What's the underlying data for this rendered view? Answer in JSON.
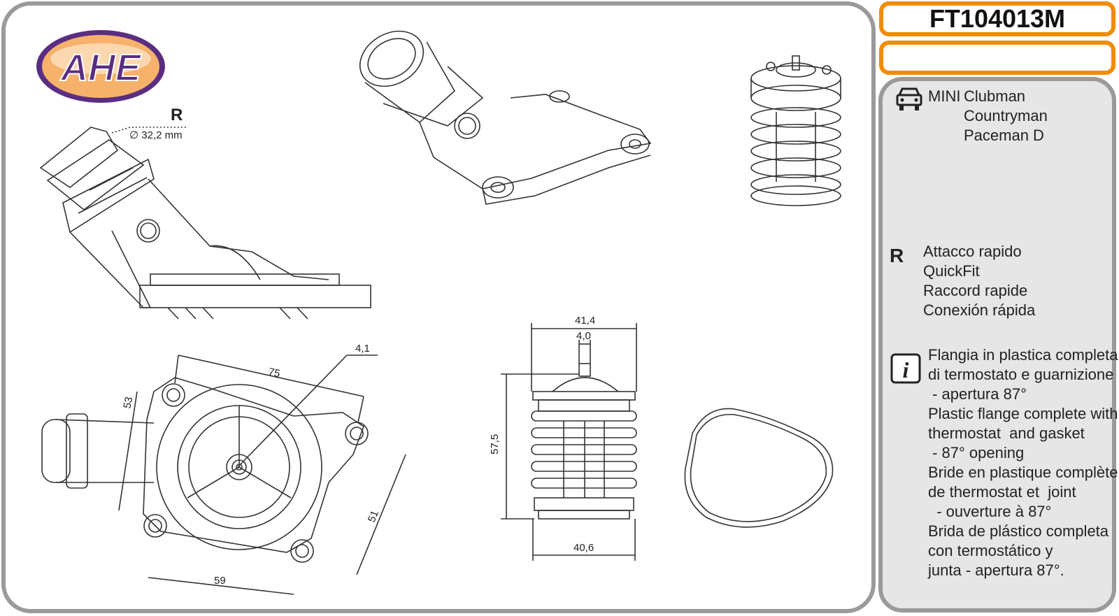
{
  "header": {
    "product_code": "FT104013M",
    "brand_logo_text": "AHE"
  },
  "vehicles": {
    "make": "MINI",
    "models": [
      "Clubman",
      "Countryman",
      "Paceman D"
    ]
  },
  "quickfit": {
    "symbol": "R",
    "labels": [
      "Attacco rapido",
      "QuickFit",
      "Raccord rapide",
      "Conexión rápida"
    ]
  },
  "description": {
    "lines": [
      "Flangia in plastica completa",
      "di termostato e guarnizione",
      " - apertura 87°",
      "Plastic flange complete with",
      "thermostat  and gasket",
      " - 87° opening",
      "Bride en plastique complète",
      "de thermostat et  joint",
      "  - ouverture à 87°",
      "Brida de plástico completa",
      "con termostático y",
      "junta - apertura 87°."
    ]
  },
  "drawing": {
    "connector_mark": "R",
    "connector_diameter": "∅ 32,2 mm",
    "flange_dims": {
      "width": "75",
      "left_height": "53",
      "right_height": "51",
      "bottom_width": "59",
      "hole": "4,1"
    },
    "thermostat_dims": {
      "top_width": "41,4",
      "pin_width": "4,0",
      "height": "57,5",
      "bottom_width": "40,6"
    }
  }
}
